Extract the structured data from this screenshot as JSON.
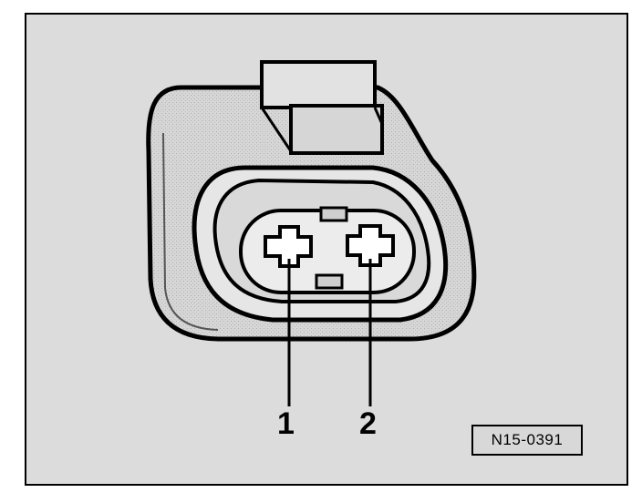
{
  "diagram": {
    "pins": [
      {
        "number": "1"
      },
      {
        "number": "2"
      }
    ],
    "figure_id": "N15-0391"
  },
  "colors": {
    "background": "#dcdcdc",
    "stroke": "#000000",
    "connector_fill": "#d0d0d0"
  }
}
